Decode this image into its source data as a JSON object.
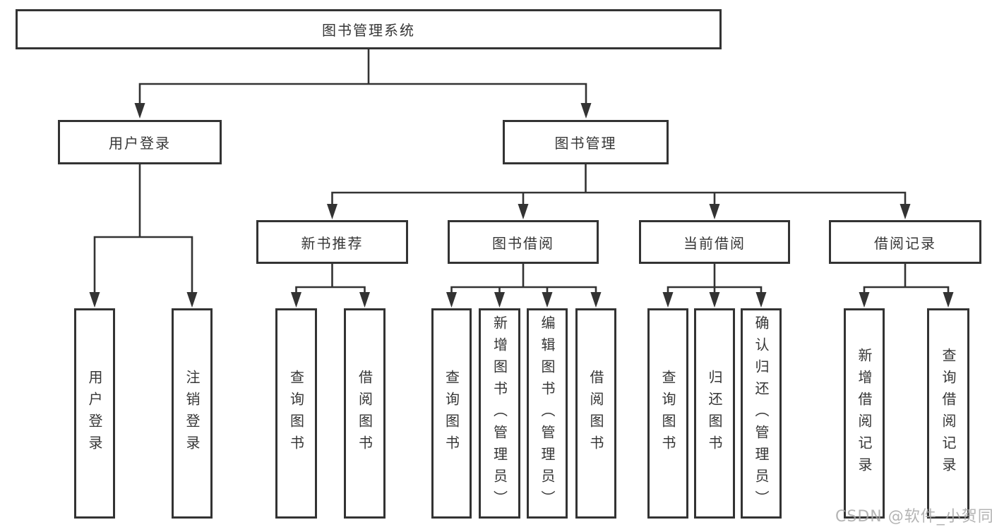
{
  "diagram_type": "tree-diagram",
  "colors": {
    "background": "#ffffff",
    "node_border": "#333333",
    "node_fill": "#ffffff",
    "line": "#333333",
    "text": "#363636",
    "watermark": "#a8a8a8"
  },
  "watermark": {
    "text": "CSDN @软件_小贺同学"
  },
  "tree": {
    "label": "图书管理系统",
    "children": [
      {
        "label": "用户登录",
        "children": [
          {
            "label": "用户登录"
          },
          {
            "label": "注销登录"
          }
        ]
      },
      {
        "label": "图书管理",
        "children": [
          {
            "label": "新书推荐",
            "children": [
              {
                "label": "查询图书"
              },
              {
                "label": "借阅图书"
              }
            ]
          },
          {
            "label": "图书借阅",
            "children": [
              {
                "label": "查询图书"
              },
              {
                "label": "新增图书（管理员）"
              },
              {
                "label": "编辑图书（管理员）"
              },
              {
                "label": "借阅图书"
              }
            ]
          },
          {
            "label": "当前借阅",
            "children": [
              {
                "label": "查询图书"
              },
              {
                "label": "归还图书"
              },
              {
                "label": "确认归还（管理员）"
              }
            ]
          },
          {
            "label": "借阅记录",
            "children": [
              {
                "label": "新增借阅记录"
              },
              {
                "label": "查询借阅记录"
              }
            ]
          }
        ]
      }
    ]
  }
}
